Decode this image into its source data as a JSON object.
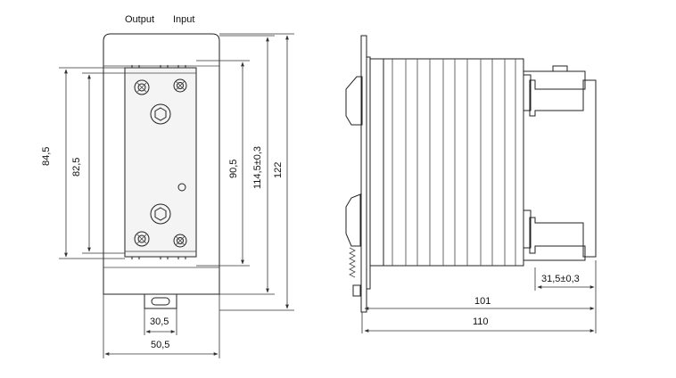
{
  "terminal_labels": {
    "output": "Output",
    "input": "Input"
  },
  "front_view_dimensions": {
    "outer_height_left": "84,5",
    "inner_height_left": "82,5",
    "plate_height": "90,5",
    "body_height": "114,5±0,3",
    "total_height": "122",
    "mount_hole_width": "30,5",
    "total_width": "50,5"
  },
  "side_view_dimensions": {
    "rail_depth": "31,5±0,3",
    "depth_to_rail": "101",
    "total_depth": "110"
  }
}
